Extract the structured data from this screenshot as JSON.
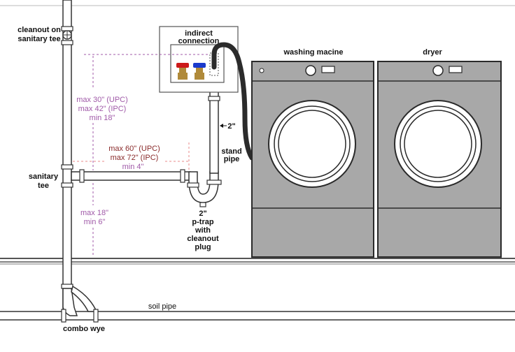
{
  "labels": {
    "cleanout_line1": "cleanout on",
    "cleanout_line2": "sanitary tee",
    "sanitary_tee_line1": "sanitary",
    "sanitary_tee_line2": "tee",
    "combo_wye": "combo wye",
    "soil_pipe": "soil pipe",
    "indirect_line1": "indirect",
    "indirect_line2": "connection",
    "standpipe_line1": "2\"",
    "standpipe_line2": "stand",
    "standpipe_line3": "pipe",
    "ptrap_line1": "2\"",
    "ptrap_line2": "p-trap",
    "ptrap_line3": "with",
    "ptrap_line4": "cleanout",
    "ptrap_line5": "plug",
    "washer": "washing macine",
    "dryer": "dryer"
  },
  "dimensions": {
    "standpipe_height": [
      "max 30\" (UPC)",
      "max 42\" (IPC)",
      "min 18\""
    ],
    "trap_arm": [
      "max 60\" (UPC)",
      "max 72\" (IPC)",
      "min 4\""
    ],
    "tee_height": [
      "max 18\"",
      "min 6\""
    ]
  },
  "colors": {
    "purple": "#a05aa8",
    "maroon": "#8a2b2b",
    "pink": "#e88a8a",
    "pipe_fill": "#ffffff",
    "pipe_stroke": "#333333",
    "appliance": "#a8a8a8",
    "appliance_dark": "#2a2a2a",
    "hose": "#2b2b2b",
    "hot_valve": "#cc1a1a",
    "cold_valve": "#1a3acc",
    "brass": "#b08a3a"
  }
}
